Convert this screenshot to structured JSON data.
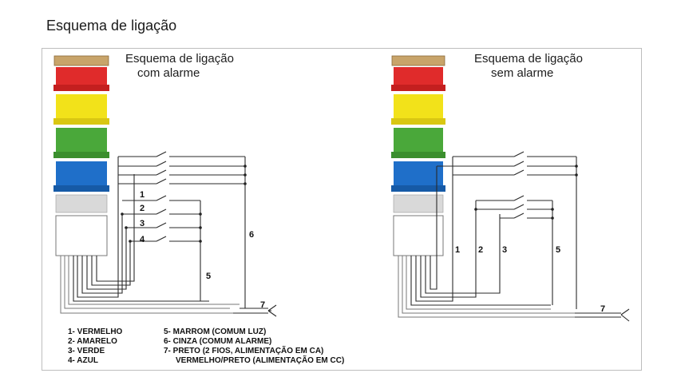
{
  "heading": "Esquema de ligação",
  "left_diagram": {
    "title_line1": "Esquema de ligação",
    "title_line2": "com alarme",
    "numbers": [
      "1",
      "2",
      "3",
      "4",
      "5",
      "6",
      "7"
    ]
  },
  "right_diagram": {
    "title_line1": "Esquema de ligação",
    "title_line2": "sem alarme",
    "numbers": [
      "1",
      "2",
      "3",
      "5",
      "7"
    ]
  },
  "legend": {
    "col1": [
      "1- VERMELHO",
      "2- AMARELO",
      "3- VERDE",
      "4- AZUL"
    ],
    "col2": [
      "5- MARROM (COMUM LUZ)",
      "6- CINZA (COMUM ALARME)",
      "7- PRETO (2 FIOS, ALIMENTAÇÃO EM CA)",
      "VERMELHO/PRETO (ALIMENTAÇÃO EM CC)"
    ]
  },
  "colors": {
    "cap": "#c8a46a",
    "red": "#e02b2b",
    "yellow": "#f2e21a",
    "green": "#4aa83a",
    "blue": "#1f6fc9",
    "gray": "#d7d7d7"
  }
}
